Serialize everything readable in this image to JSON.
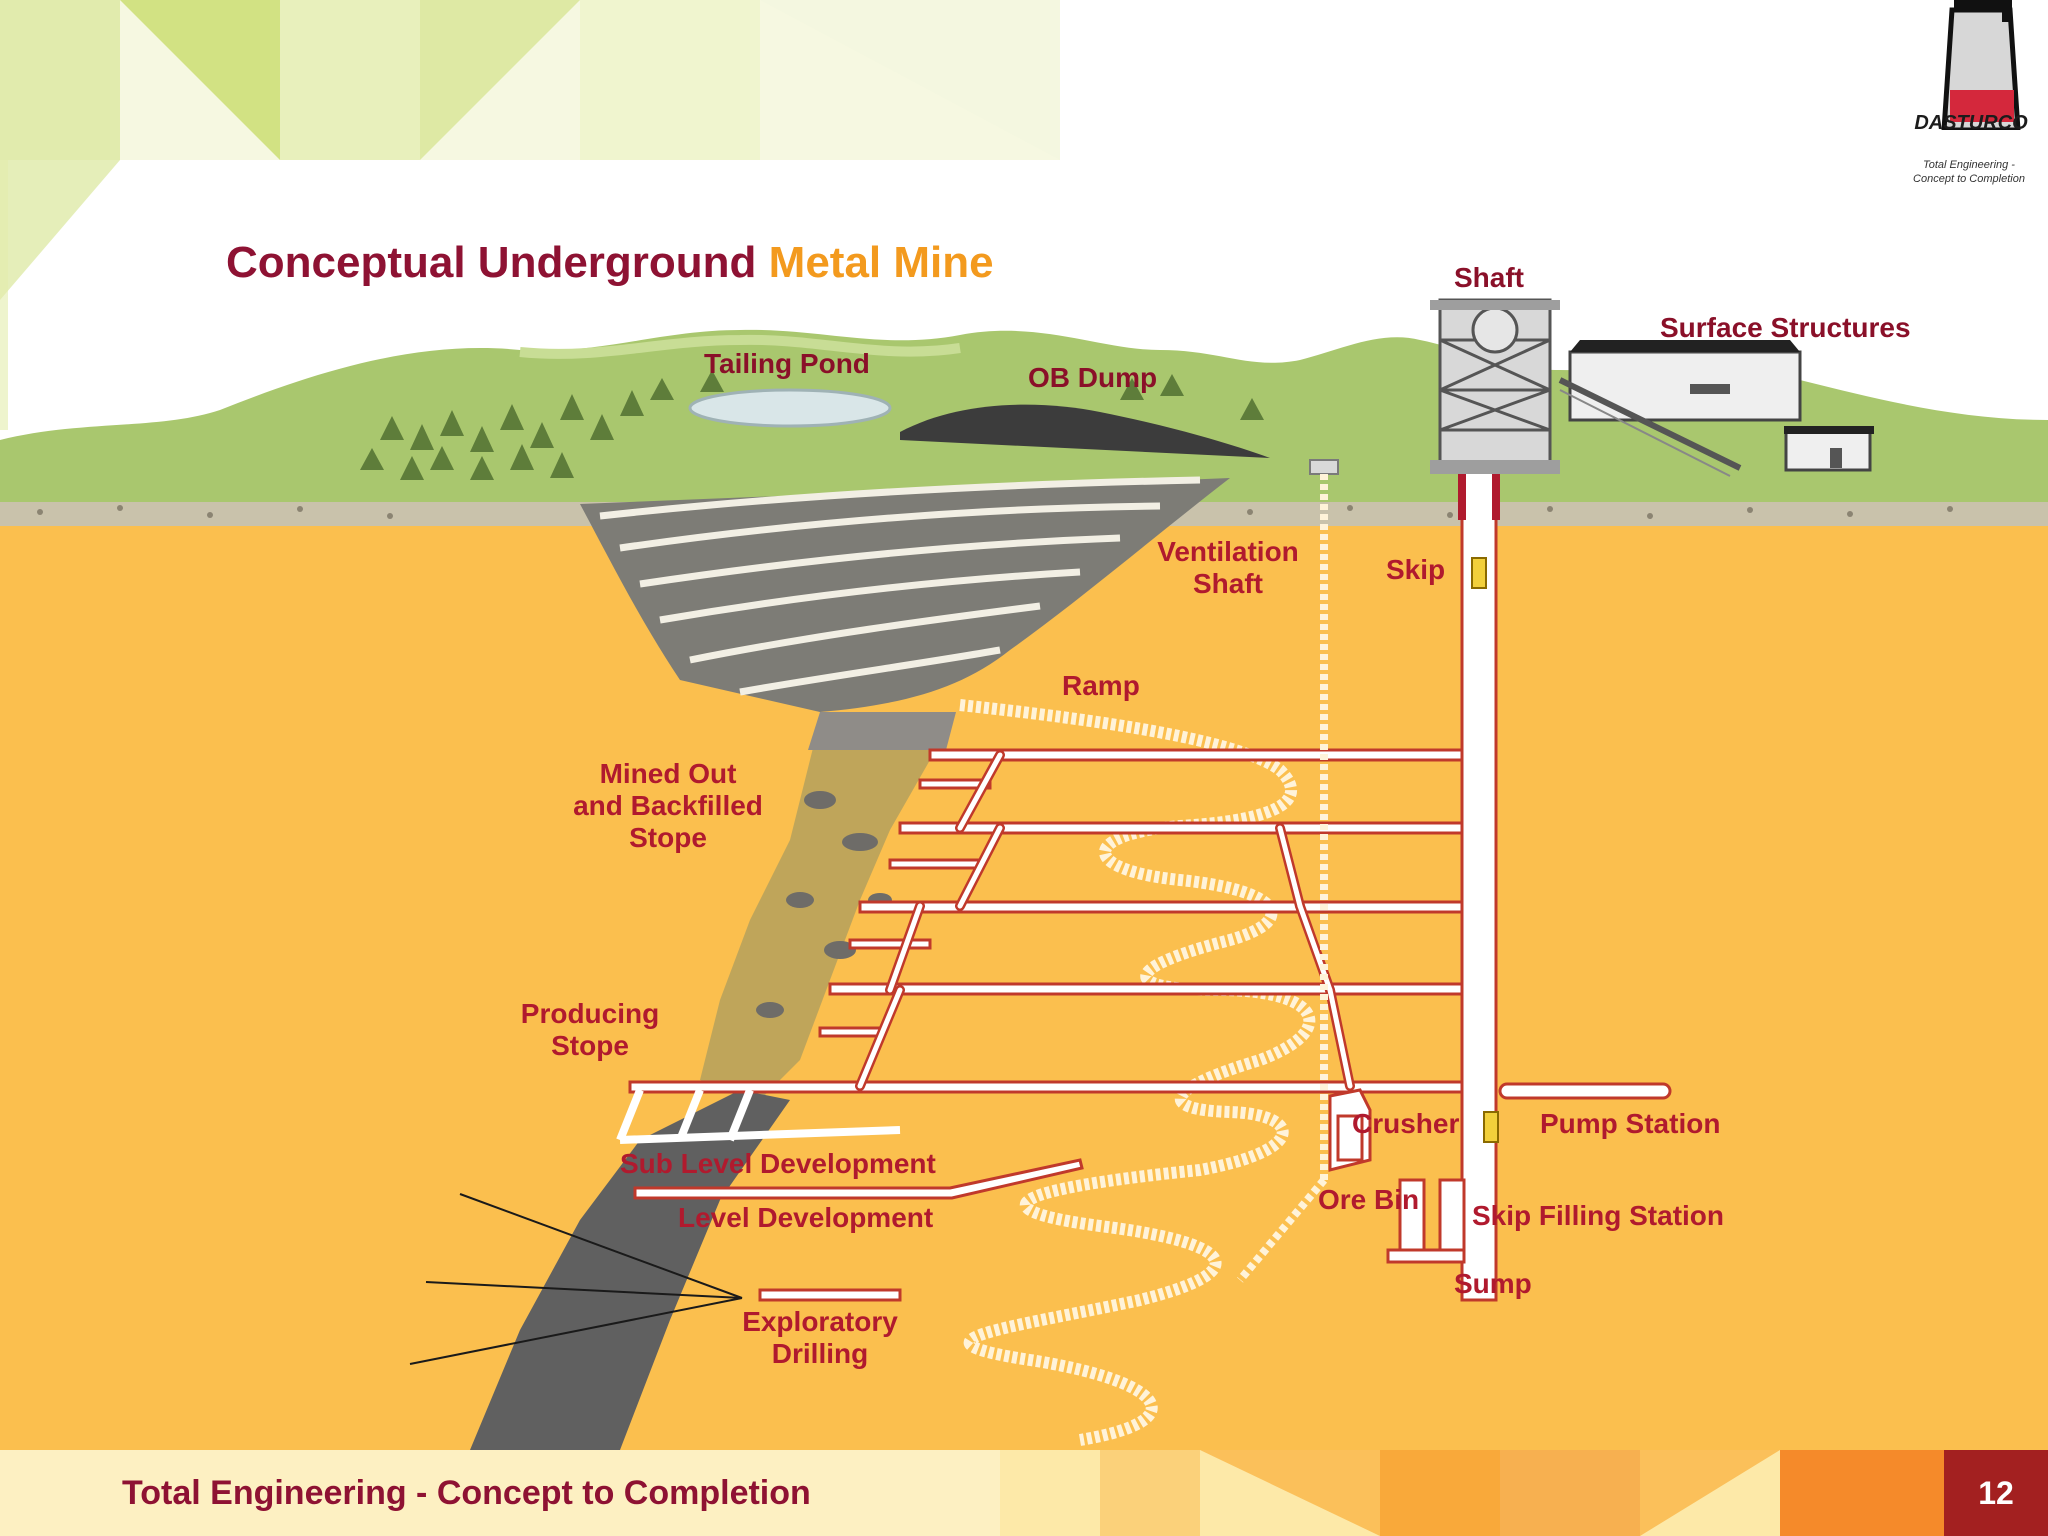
{
  "title": {
    "part1": "Conceptual Underground",
    "part2": "Metal Mine"
  },
  "logo": {
    "brand": "DASTURCO",
    "tagline_line1": "Total Engineering -",
    "tagline_line2": "Concept to Completion"
  },
  "labels": {
    "shaft": "Shaft",
    "surface_structures": "Surface Structures",
    "tailing_pond": "Tailing Pond",
    "ob_dump": "OB Dump",
    "ventilation_shaft_1": "Ventilation",
    "ventilation_shaft_2": "Shaft",
    "skip": "Skip",
    "ramp": "Ramp",
    "mined_out_1": "Mined Out",
    "mined_out_2": "and Backfilled",
    "mined_out_3": "Stope",
    "producing_stope_1": "Producing",
    "producing_stope_2": "Stope",
    "crusher": "Crusher",
    "pump_station": "Pump Station",
    "sub_level_development": "Sub Level Development",
    "ore_bin": "Ore Bin",
    "skip_filling_station": "Skip Filling Station",
    "level_development": "Level Development",
    "sump": "Sump",
    "exploratory_drilling_1": "Exploratory",
    "exploratory_drilling_2": "Drilling"
  },
  "footer": {
    "text": "Total Engineering - Concept to Completion",
    "page_number": "12"
  },
  "colors": {
    "underground": "#fbbf4e",
    "tunnel_outline": "#c0392b",
    "title_dark": "#8e1233",
    "title_accent": "#f39a1e",
    "ore_body": "#606060",
    "grass": "#a9c76e",
    "footer_accent": "#a32020"
  }
}
